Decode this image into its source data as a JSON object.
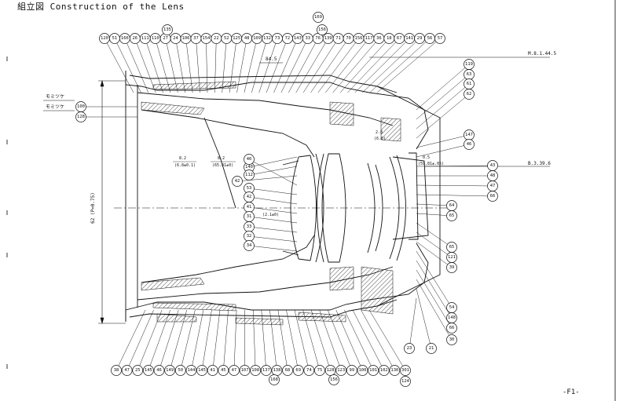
{
  "title": "組立図 Construction of the Lens",
  "footer": "-F1-",
  "annotations": {
    "mount_thread": "M.8.1.44.5",
    "flange_thread": "B.3.39.6",
    "top_dim": "84.5",
    "hatch_a": "モミツケ",
    "hatch_b": "モミツケ",
    "diameter": "62 (P=0.75)",
    "dim_a": "8.2",
    "dim_a_sub": "(6.8±0.1)",
    "dim_b": "8.2",
    "dim_b_sub": "(65.01±0)",
    "dim_c": "0.5",
    "dim_c_sub": "(59.81±.05)",
    "dim_d": "2.8",
    "dim_d_sub": "(6.8)",
    "dim_e": "(2.1±0)"
  },
  "callouts_top": [
    "120",
    "51",
    "166",
    "26",
    "111",
    "110",
    "27",
    "24",
    "106",
    "37",
    "154",
    "22",
    "52",
    "125",
    "48",
    "109",
    "132",
    "73",
    "72",
    "143",
    "33",
    "76",
    "139",
    "71",
    "70",
    "156",
    "117",
    "36",
    "18",
    "67",
    "141",
    "29",
    "56",
    "57"
  ],
  "callouts_top_raised": [
    "135",
    "169",
    "156"
  ],
  "callouts_left": [
    "100",
    "128"
  ],
  "callouts_mid": [
    "140",
    "112",
    "42",
    "40",
    "53",
    "42",
    "41",
    "31",
    "33",
    "32",
    "34"
  ],
  "callouts_right": [
    "119",
    "63",
    "61",
    "62",
    "147",
    "46",
    "43",
    "48",
    "47",
    "66",
    "64",
    "65",
    "65",
    "121",
    "39",
    "54",
    "148",
    "66",
    "30",
    "21",
    "23"
  ],
  "callouts_bottom": [
    "38",
    "47",
    "25",
    "145",
    "46",
    "149",
    "50",
    "144",
    "145",
    "41",
    "45",
    "47",
    "107",
    "108",
    "137",
    "138",
    "68",
    "69",
    "74",
    "75",
    "128",
    "123",
    "99",
    "100",
    "101",
    "102",
    "130",
    "301"
  ],
  "callouts_bottom_low": [
    "168",
    "156",
    "124"
  ]
}
